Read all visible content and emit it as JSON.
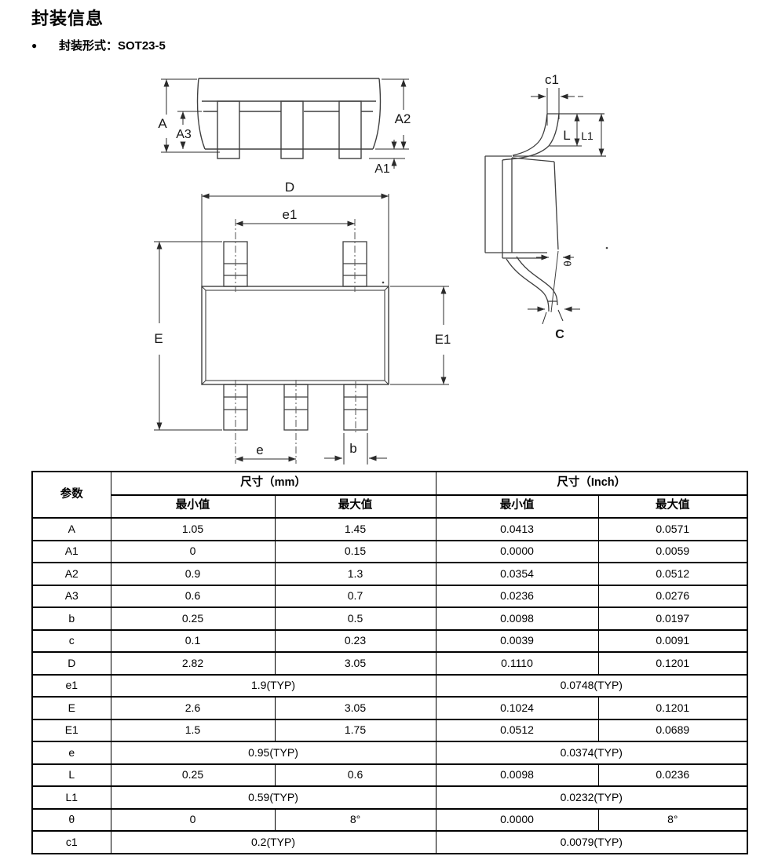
{
  "page": {
    "title": "封装信息",
    "bullet_glyph": "●",
    "package_type_label": "封装形式：SOT23-5"
  },
  "drawings": {
    "front_view": {
      "A": "A",
      "A3": "A3",
      "A2": "A2",
      "A1": "A1"
    },
    "lead_view": {
      "c1": "c1",
      "L": "L",
      "L1": "L1",
      "theta": "θ",
      "C": "C"
    },
    "top_view": {
      "D": "D",
      "e1": "e1",
      "E": "E",
      "E1": "E1",
      "e": "e",
      "b": "b"
    }
  },
  "table": {
    "param_header": "参数",
    "group_headers": [
      "尺寸（mm）",
      "尺寸（Inch）"
    ],
    "sub_headers": [
      "最小值",
      "最大值",
      "最小值",
      "最大值"
    ],
    "rows": [
      {
        "param": "A",
        "mm_min": "1.05",
        "mm_max": "1.45",
        "in_min": "0.0413",
        "in_max": "0.0571"
      },
      {
        "param": "A1",
        "mm_min": "0",
        "mm_max": "0.15",
        "in_min": "0.0000",
        "in_max": "0.0059"
      },
      {
        "param": "A2",
        "mm_min": "0.9",
        "mm_max": "1.3",
        "in_min": "0.0354",
        "in_max": "0.0512"
      },
      {
        "param": "A3",
        "mm_min": "0.6",
        "mm_max": "0.7",
        "in_min": "0.0236",
        "in_max": "0.0276"
      },
      {
        "param": "b",
        "mm_min": "0.25",
        "mm_max": "0.5",
        "in_min": "0.0098",
        "in_max": "0.0197"
      },
      {
        "param": "c",
        "mm_min": "0.1",
        "mm_max": "0.23",
        "in_min": "0.0039",
        "in_max": "0.0091"
      },
      {
        "param": "D",
        "mm_min": "2.82",
        "mm_max": "3.05",
        "in_min": "0.1110",
        "in_max": "0.1201"
      },
      {
        "param": "e1",
        "mm_typ": "1.9(TYP)",
        "in_typ": "0.0748(TYP)"
      },
      {
        "param": "E",
        "mm_min": "2.6",
        "mm_max": "3.05",
        "in_min": "0.1024",
        "in_max": "0.1201"
      },
      {
        "param": "E1",
        "mm_min": "1.5",
        "mm_max": "1.75",
        "in_min": "0.0512",
        "in_max": "0.0689"
      },
      {
        "param": "e",
        "mm_typ": "0.95(TYP)",
        "in_typ": "0.0374(TYP)"
      },
      {
        "param": "L",
        "mm_min": "0.25",
        "mm_max": "0.6",
        "in_min": "0.0098",
        "in_max": "0.0236"
      },
      {
        "param": "L1",
        "mm_typ": "0.59(TYP)",
        "in_typ": "0.0232(TYP)"
      },
      {
        "param": "θ",
        "mm_min": "0",
        "mm_max": "8°",
        "in_min": "0.0000",
        "in_max": "8°"
      },
      {
        "param": "c1",
        "mm_typ": "0.2(TYP)",
        "in_typ": "0.0079(TYP)"
      }
    ]
  }
}
